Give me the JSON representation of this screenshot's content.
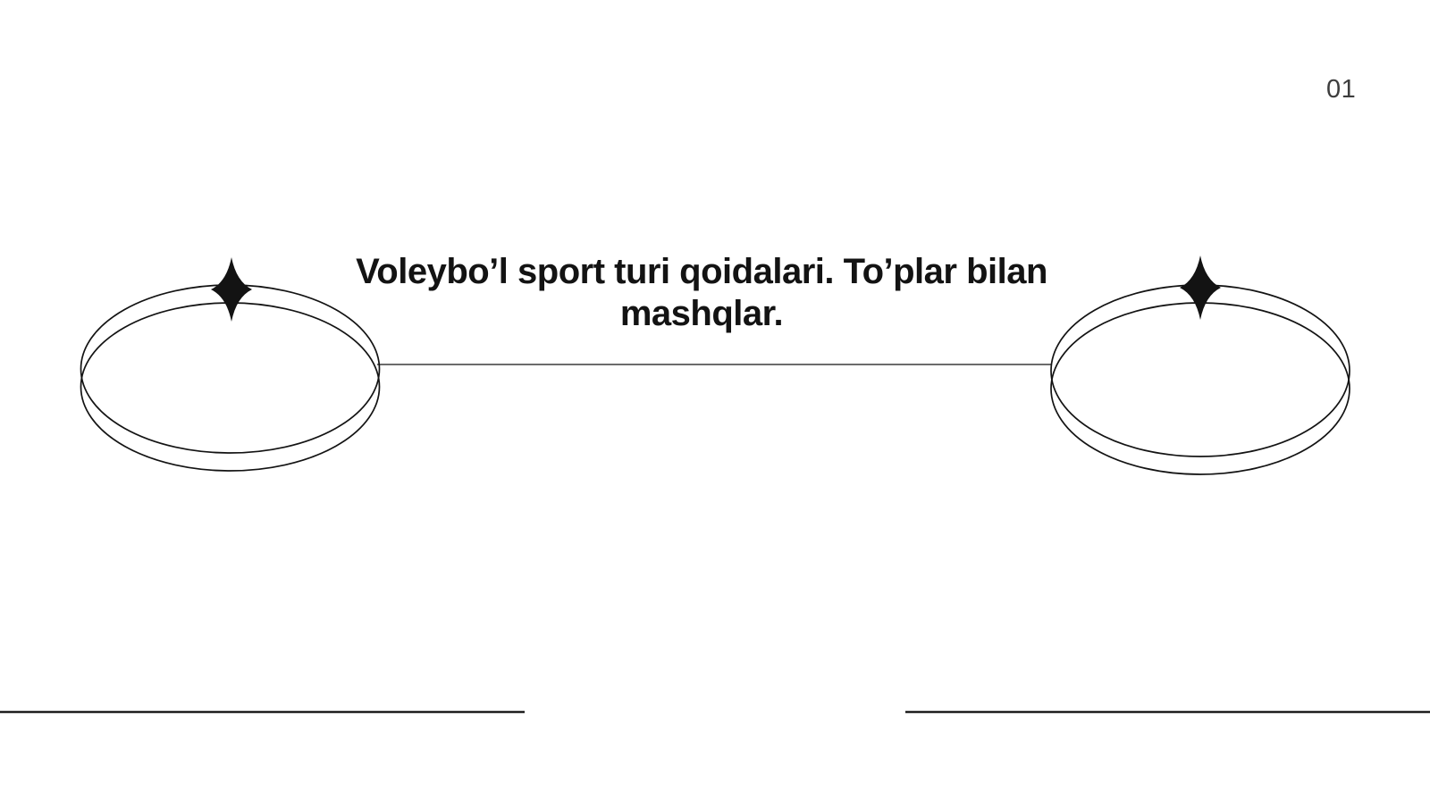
{
  "colors": {
    "background": "#ffffff",
    "ink": "#131313",
    "rule": "#1f1f1f",
    "page_number": "#3d3d3d"
  },
  "header": {
    "page_number": "01"
  },
  "title": {
    "full_text": "Voleybo’l sport turi qoidalari. To’plar bilan mashqlar.",
    "lines": [
      "Voleybo’l sport turi qoidalari. To’plar bilan",
      "mashqlar."
    ]
  },
  "decor": {
    "left_ring": "double-ellipse-band-with-sparkle",
    "right_ring": "double-ellipse-band-with-sparkle",
    "connector": "horizontal-line-between-rings",
    "footer_rules": "two-bottom-horizontal-lines"
  }
}
